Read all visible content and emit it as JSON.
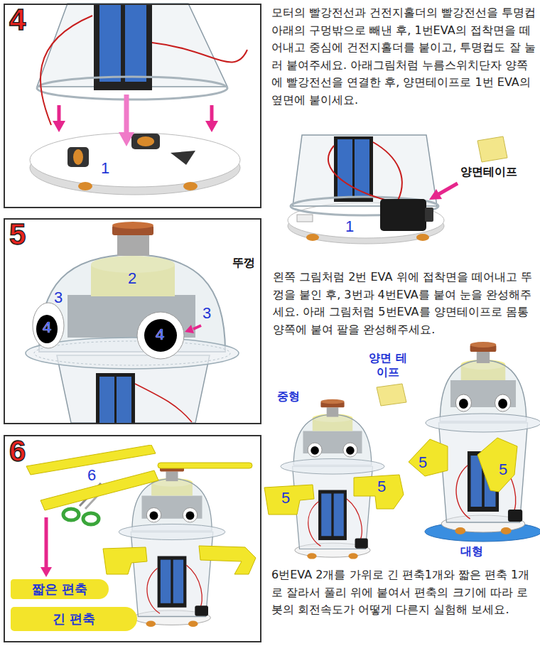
{
  "diagram": {
    "nodes": [
      {
        "text": [
          "4"
        ]
      },
      {
        "text": [
          "5"
        ]
      },
      {
        "text": [
          "6"
        ]
      },
      {
        "text": [
          "6"
        ],
        "in": 2
      },
      {
        "text": [
          "짧은 편축"
        ],
        "in": 2
      },
      {
        "text": [
          "긴 편축"
        ],
        "in": 2
      }
    ],
    "edges": [
      {
        "from": 3,
        "to": 4,
        "arrow": "to"
      }
    ],
    "labels": [
      "1",
      "모터의 빨강전선과 건전지홀더의 빨강전선을 투명컵 아래의 구멍밖으로 빼낸 후, 1번EVA의 접착면을 떼어내고 중심에 건전지홀더를 붙이고, 투명컵도 잘 눌러 붙여주세요. 아래그림처럼 누름스위치단자 양쪽에 빨강전선을 연결한 후, 양면테이프로 1번 EVA의 옆면에 붙이세요.",
      "양면테이프",
      "1",
      "2",
      "뚜껑",
      "3",
      "4",
      "3",
      "4",
      "왼쪽 그림처럼 2번 EVA 위에 접착면을 떼어내고 뚜껑을 붙인 후, 3번과 4번EVA를 붙여 눈을 완성해주세요. 아래 그림처럼 5번EVA를 양면테이프로 몸통 양쪽에 붙여 팔을 완성해주세요.",
      "양면 테이프",
      "중형",
      "5",
      "5",
      "5",
      "5",
      "대형",
      "6번EVA 2개를 가위로 긴 편축1개와 짧은 편축 1개로 잘라서 풀리 위에 붙여서 편축의 크기에 따라 로봇의 회전속도가 어떻게 다른지 실험해 보세요."
    ]
  }
}
